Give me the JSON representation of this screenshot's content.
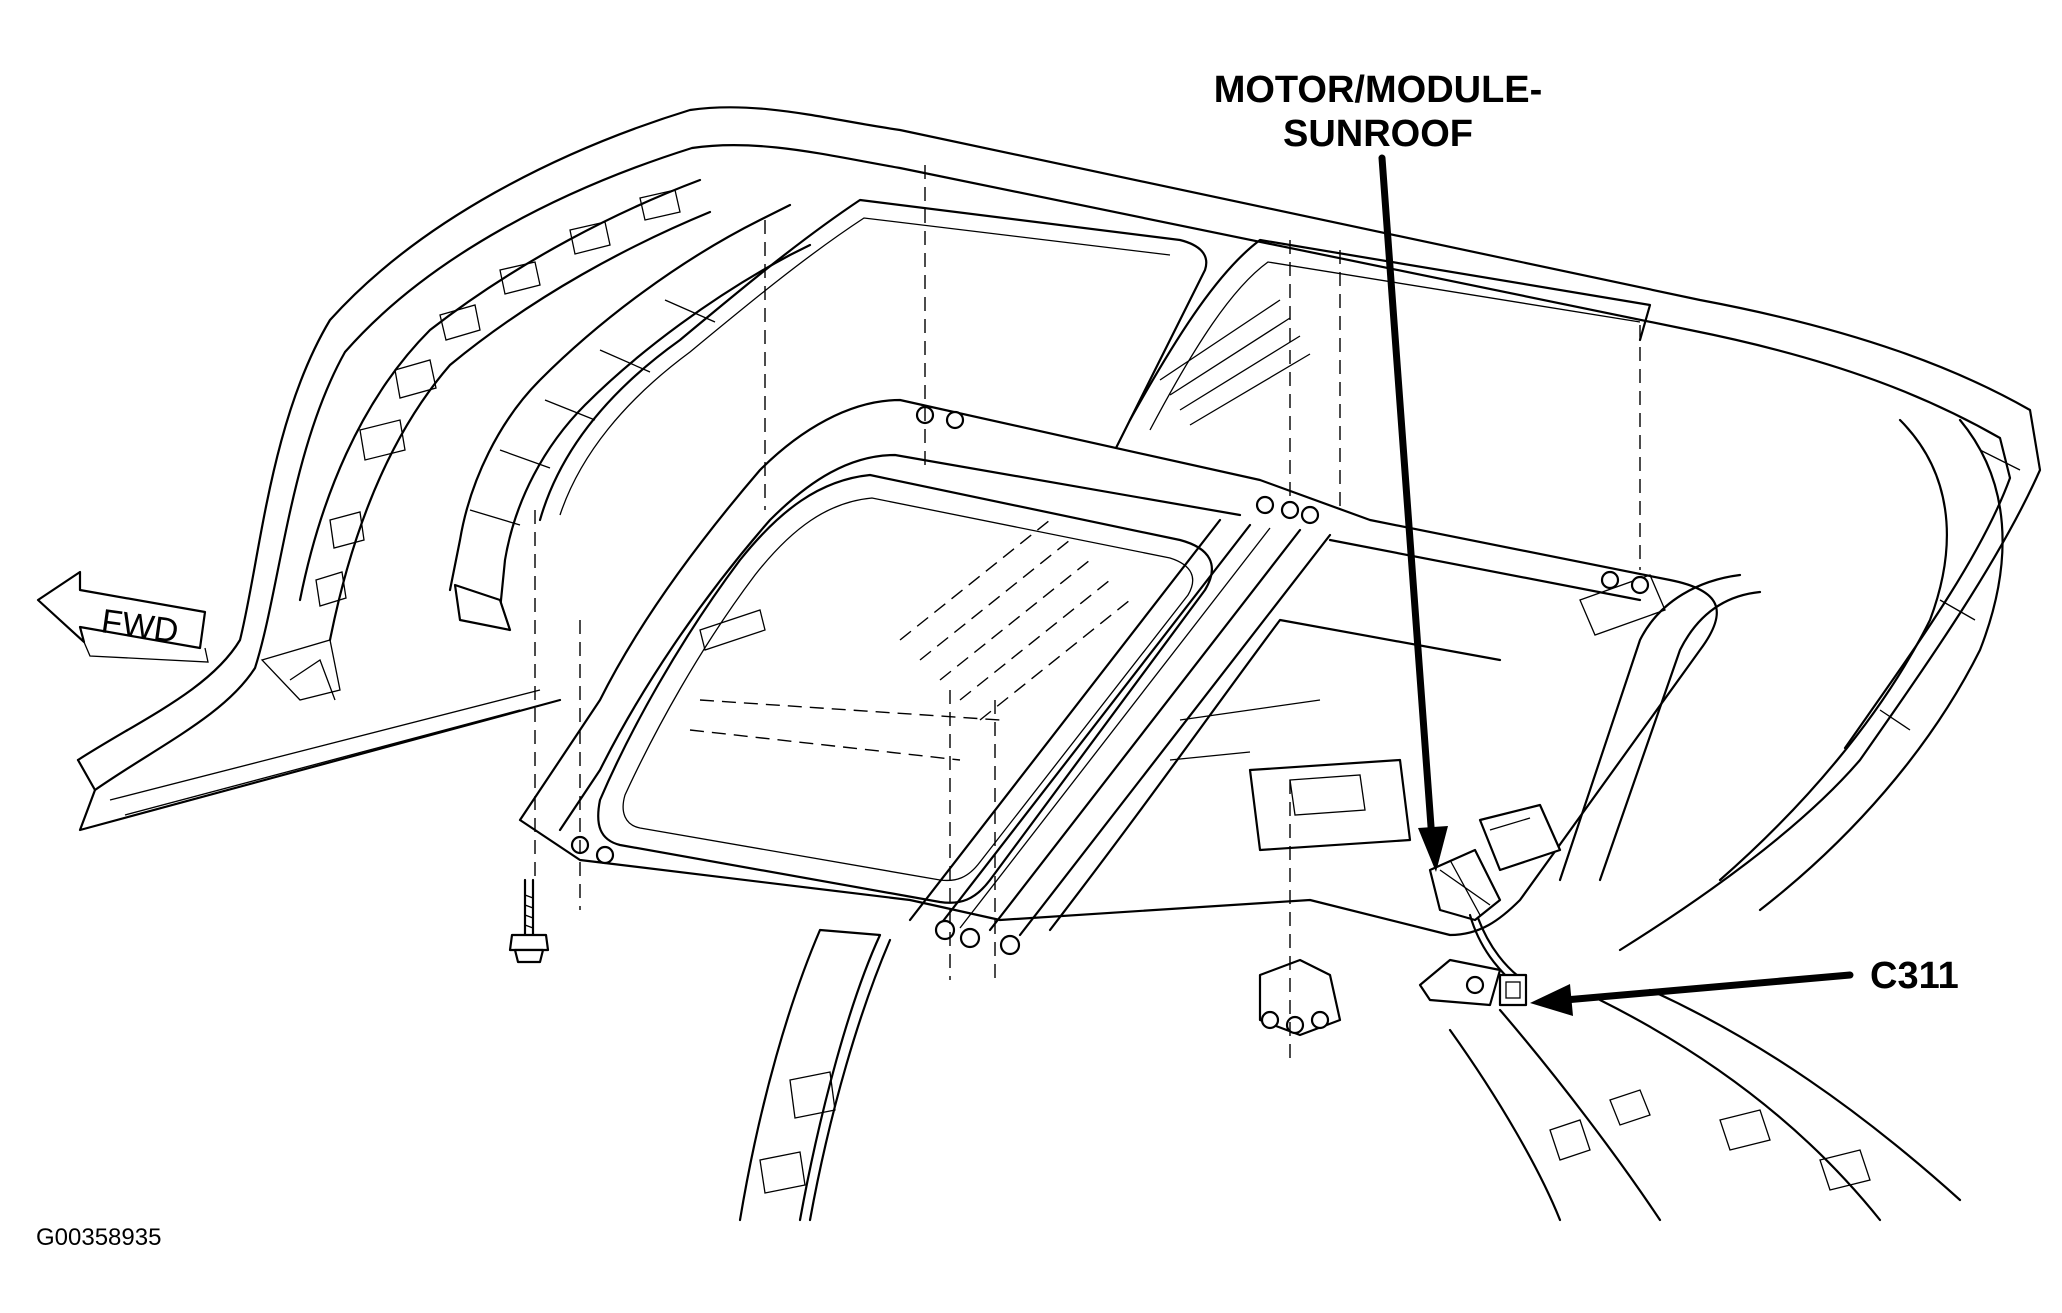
{
  "figure": {
    "callouts": {
      "motor_module_line1": "MOTOR/MODULE-",
      "motor_module_line2": "SUNROOF",
      "connector": "C311"
    },
    "direction_label": "FWD",
    "figure_id": "G00358935"
  },
  "icons": {
    "direction": "arrow-left-icon",
    "fastener": "bolt-icon"
  }
}
